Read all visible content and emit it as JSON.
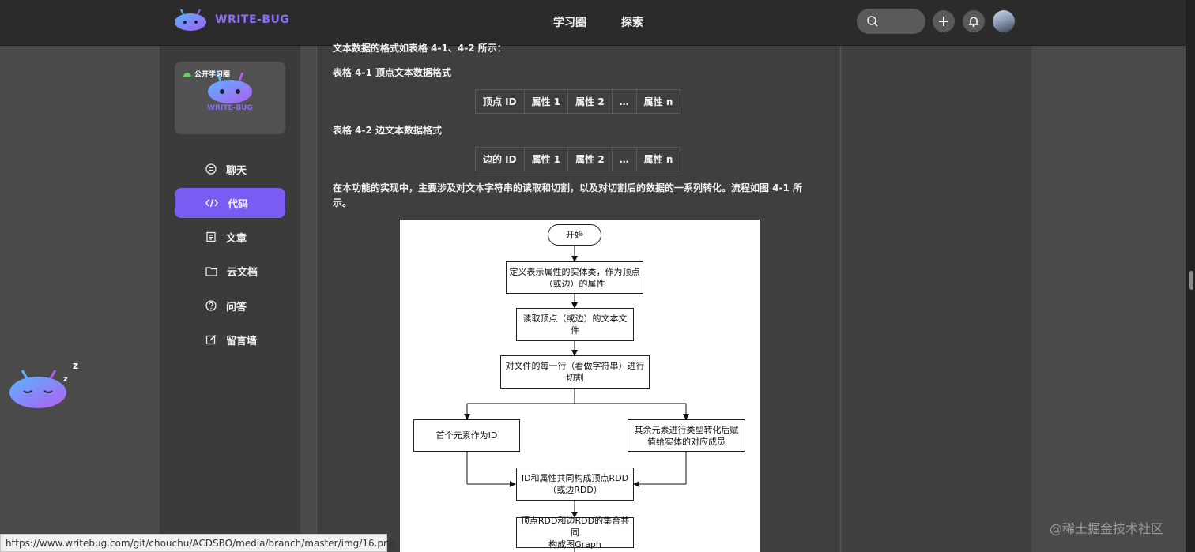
{
  "header": {
    "logo_text": "WRITE-BUG",
    "nav": [
      "学习圈",
      "探索"
    ],
    "search_placeholder": ""
  },
  "sidebar": {
    "circle_badge": "公开学习圈",
    "circle_wordmark": "WRITE-BUG",
    "items": [
      {
        "label": "聊天",
        "icon": "chat-icon",
        "active": false
      },
      {
        "label": "代码",
        "icon": "code-icon",
        "active": true
      },
      {
        "label": "文章",
        "icon": "article-icon",
        "active": false
      },
      {
        "label": "云文档",
        "icon": "folder-icon",
        "active": false
      },
      {
        "label": "问答",
        "icon": "question-icon",
        "active": false
      },
      {
        "label": "留言墙",
        "icon": "edit-icon",
        "active": false
      }
    ]
  },
  "article": {
    "intro": "文本数据的格式如表格 4-1、4-2 所示：",
    "table1_caption": "表格 4-1 顶点文本数据格式",
    "table1_cells": [
      "顶点 ID",
      "属性 1",
      "属性 2",
      "…",
      "属性 n"
    ],
    "table2_caption": "表格 4-2 边文本数据格式",
    "table2_cells": [
      "边的 ID",
      "属性 1",
      "属性 2",
      "…",
      "属性 n"
    ],
    "body_line1": "在本功能的实现中，主要涉及对文本字符串的读取和切割，以及对切割后的数据的一系列转化。流程如图 4-1 所",
    "body_line2": "示。"
  },
  "flowchart": {
    "start": "开始",
    "step1_line1": "定义表示属性的实体类，作为顶点",
    "step1_line2": "（或边）的属性",
    "step2_line1": "读取顶点（或边）的文本文",
    "step2_line2": "件",
    "step3_line1": "对文件的每一行（看做字符串）进行",
    "step3_line2": "切割",
    "left_branch": "首个元素作为ID",
    "right_line1": "其余元素进行类型转化后赋",
    "right_line2": "值给实体的对应成员",
    "merge_line1": "ID和属性共同构成顶点RDD",
    "merge_line2": "（或边RDD）",
    "final_line1": "顶点RDD和边RDD的集合共同",
    "final_line2": "构成图Graph"
  },
  "status_url": "https://www.writebug.com/git/chouchu/ACDSBO/media/branch/master/img/16.png",
  "watermark": "@稀土掘金技术社区",
  "colors": {
    "accent": "#7b5cf2",
    "topbar": "#2b2b2b",
    "content_bg": "#3f3f3f"
  }
}
